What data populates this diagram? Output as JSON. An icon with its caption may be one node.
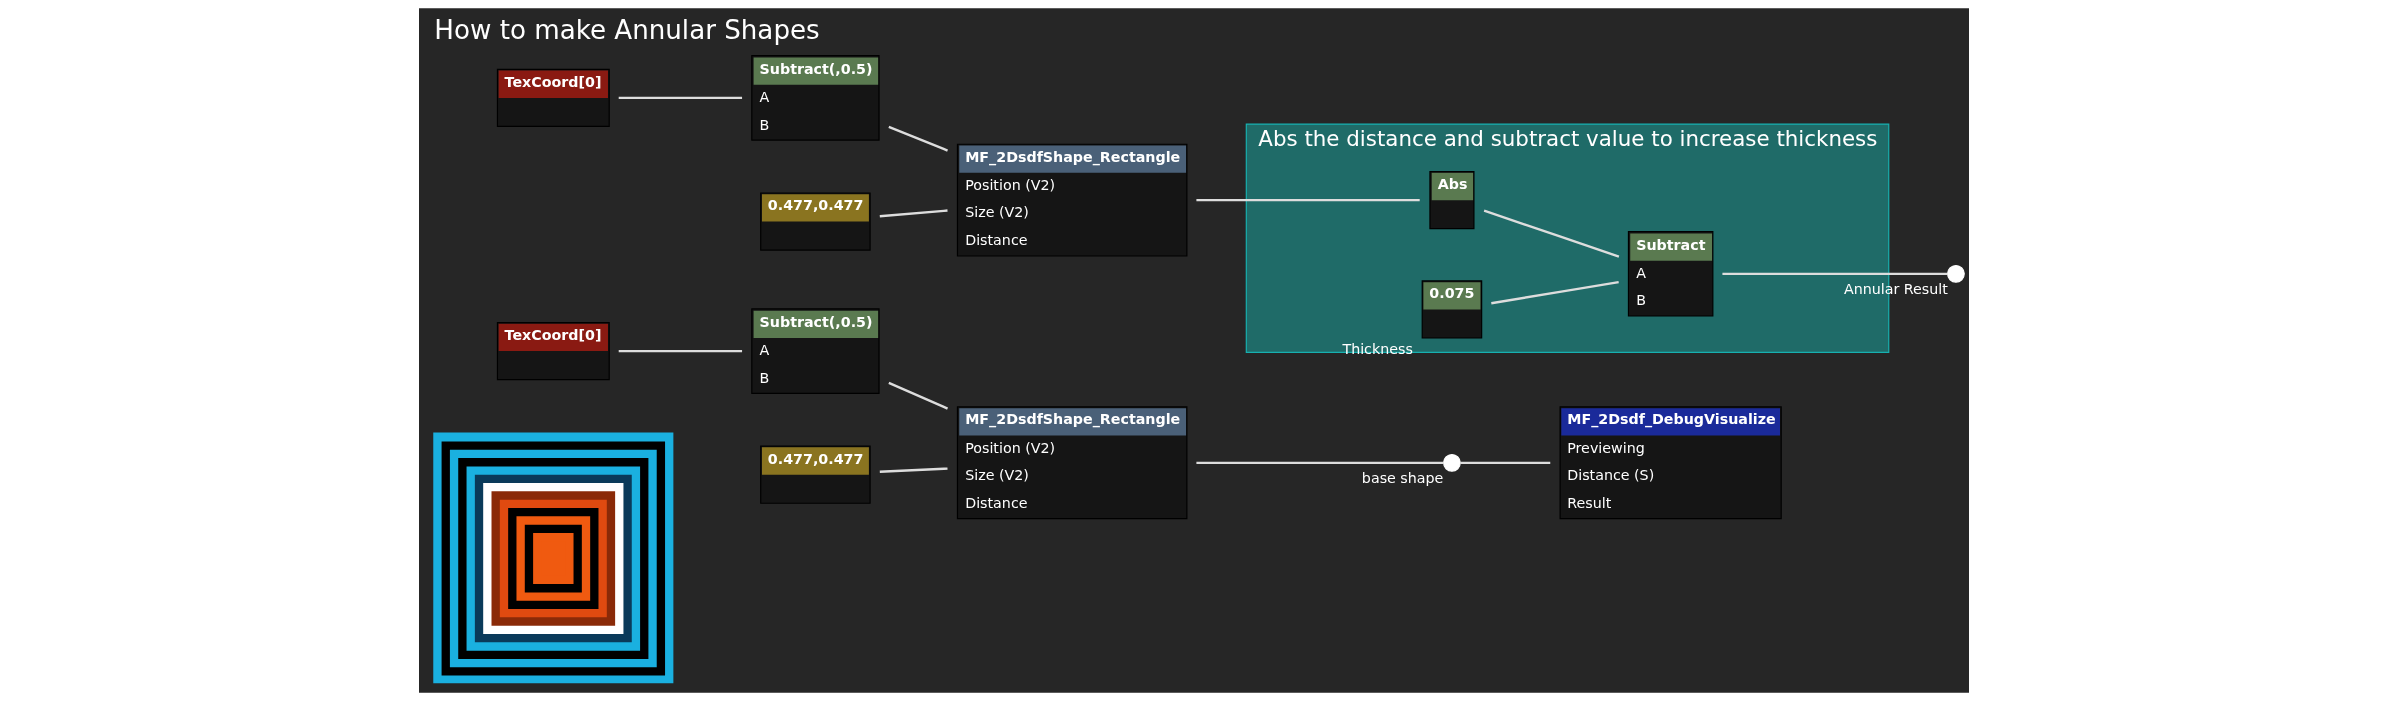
{
  "diagram": {
    "title": "How to make Annular Shapes",
    "nodes": [
      {
        "text": [],
        "shape": "picture"
      },
      {
        "text": [
          "TexCoord[0]"
        ]
      },
      {
        "text": [
          "Subtract(,0.5)",
          "A",
          "B"
        ]
      },
      {
        "text": [
          "0.477,0.477"
        ]
      },
      {
        "text": [
          "MF_2DsdfShape_Rectangle",
          "Position (V2)",
          "Size (V2)",
          "Distance"
        ]
      },
      {
        "text": [
          "TexCoord[0]"
        ]
      },
      {
        "text": [
          "Subtract(,0.5)",
          "A",
          "B"
        ]
      },
      {
        "text": [
          "0.477,0.477"
        ]
      },
      {
        "text": [
          "MF_2DsdfShape_Rectangle",
          "Position (V2)",
          "Size (V2)",
          "Distance"
        ]
      },
      {
        "text": [
          "Abs the distance and subtract value to increase thickness"
        ]
      },
      {
        "text": [
          "Abs"
        ],
        "in": 9
      },
      {
        "text": [
          "Subtract",
          "A",
          "B"
        ],
        "in": 9
      },
      {
        "text": [
          "0.075"
        ],
        "in": 9,
        "beside": [
          "Thickness"
        ]
      },
      {
        "text": [],
        "shape": "circle",
        "beside": [
          "base shape"
        ]
      },
      {
        "text": [
          "MF_2Dsdf_DebugVisualize",
          "Previewing",
          "Distance (S)",
          "Result"
        ]
      },
      {
        "text": [],
        "shape": "circle",
        "beside": [
          "Annular Result"
        ]
      }
    ],
    "edges": [
      {
        "from": 1,
        "to": 2,
        "arrow": "none"
      },
      {
        "from": 2,
        "to": 4,
        "arrow": "none"
      },
      {
        "from": 3,
        "to": 4,
        "arrow": "none"
      },
      {
        "from": 4,
        "to": 13,
        "arrow": "none"
      },
      {
        "from": 13,
        "to": 14,
        "arrow": "none"
      },
      {
        "from": 5,
        "to": 6,
        "arrow": "none"
      },
      {
        "from": 6,
        "to": 8,
        "arrow": "none"
      },
      {
        "from": 7,
        "to": 8,
        "arrow": "none"
      },
      {
        "from": 8,
        "to": 10,
        "arrow": "none"
      },
      {
        "from": 10,
        "to": 11,
        "arrow": "none"
      },
      {
        "from": 12,
        "to": 11,
        "arrow": "none"
      },
      {
        "from": 11,
        "to": 15,
        "arrow": "none"
      }
    ]
  }
}
